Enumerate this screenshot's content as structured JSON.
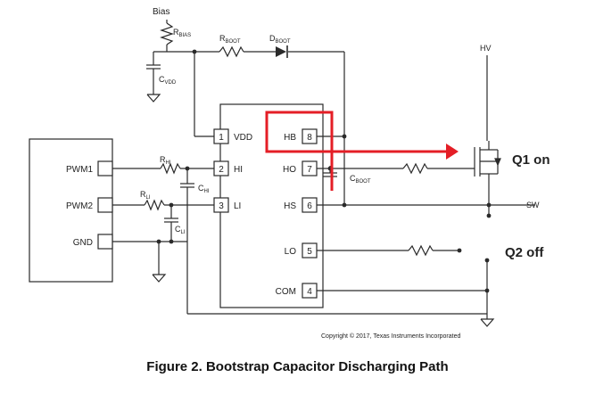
{
  "labels": {
    "bias": "Bias",
    "r_bias": "R",
    "r_bias_sub": "BIAS",
    "r_boot": "R",
    "r_boot_sub": "BOOT",
    "d_boot": "D",
    "d_boot_sub": "BOOT",
    "c_vdd": "C",
    "c_vdd_sub": "VDD",
    "hv": "HV",
    "r_hi": "R",
    "r_hi_sub": "HI",
    "c_hi": "C",
    "c_hi_sub": "HI",
    "r_li": "R",
    "r_li_sub": "LI",
    "c_li": "C",
    "c_li_sub": "LI",
    "c_boot": "C",
    "c_boot_sub": "BOOT",
    "sw": "SW"
  },
  "controller": {
    "pins": [
      "PWM1",
      "PWM2",
      "GND"
    ]
  },
  "driver": {
    "left_pins": [
      {
        "num": "1",
        "name": "VDD"
      },
      {
        "num": "2",
        "name": "HI"
      },
      {
        "num": "3",
        "name": "LI"
      }
    ],
    "right_pins": [
      {
        "num": "8",
        "name": "HB"
      },
      {
        "num": "7",
        "name": "HO"
      },
      {
        "num": "6",
        "name": "HS"
      },
      {
        "num": "5",
        "name": "LO"
      },
      {
        "num": "4",
        "name": "COM"
      }
    ]
  },
  "annotations": {
    "q1": "Q1 on",
    "q2": "Q2 off"
  },
  "copyright": "Copyright © 2017, Texas Instruments Incorporated",
  "caption": "Figure 2. Bootstrap Capacitor Discharging Path",
  "colors": {
    "highlight": "#e41e26",
    "wire": "#2a2a2a"
  }
}
